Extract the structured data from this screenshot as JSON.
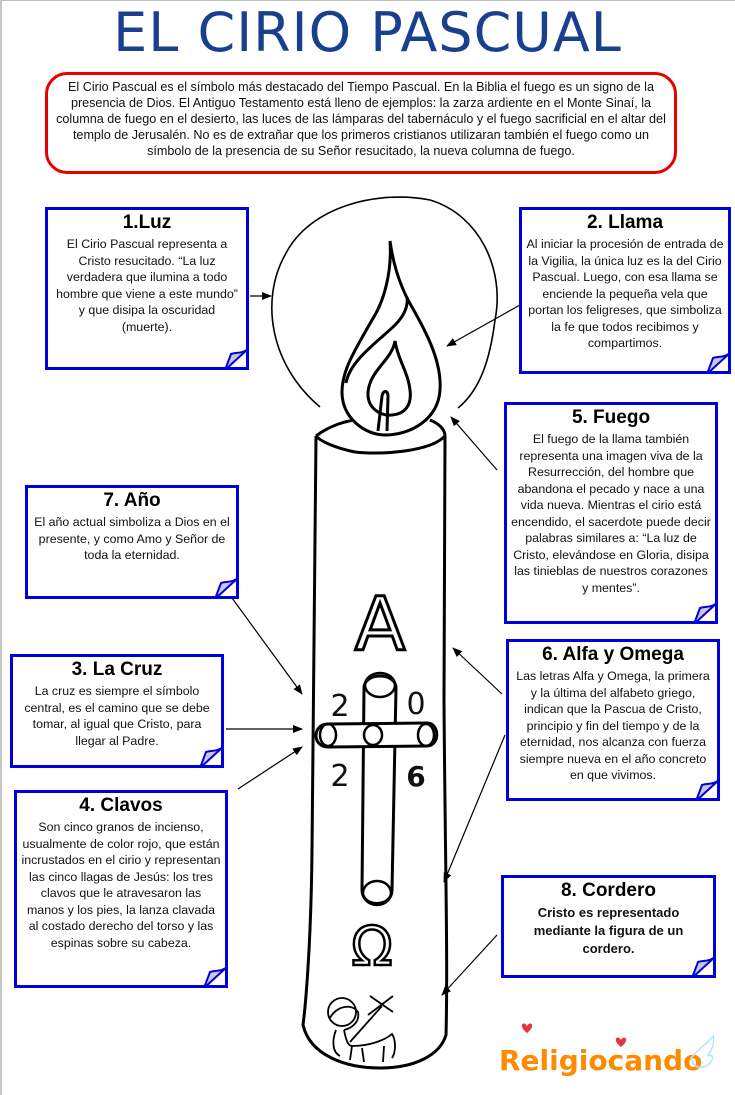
{
  "title": "EL CIRIO PASCUAL",
  "intro": "El Cirio Pascual es el símbolo más destacado del Tiempo Pascual. En la Biblia el fuego es un signo de la presencia de Dios. El Antiguo Testamento está lleno de ejemplos: la zarza ardiente en el Monte Sinaí, la columna de fuego en el desierto, las luces de las lámparas del tabernáculo y el fuego sacrificial en el altar del templo de Jerusalén. No es de extrañar que los primeros cristianos utilizaran también el fuego como un símbolo de la presencia de su Señor resucitado, la nueva columna de fuego.",
  "cards": {
    "luz": {
      "title": "1.Luz",
      "text": "El Cirio Pascual representa a Cristo resucitado. “La luz verdadera que ilumina a todo hombre que viene a este mundo” y que disipa la oscuridad (muerte)."
    },
    "llama": {
      "title": "2. Llama",
      "text": "Al iniciar la procesión de entrada de la Vigilia, la única luz es la del Cirio Pascual. Luego, con esa llama se enciende la pequeña vela que portan los feligreses, que simboliza la fe que todos recibimos y compartimos."
    },
    "cruz": {
      "title": "3. La Cruz",
      "text": "La cruz es siempre el símbolo central, es el camino que se debe tomar, al igual que Cristo, para llegar al Padre."
    },
    "clavos": {
      "title": "4. Clavos",
      "text": "Son cinco granos de incienso, usualmente de color rojo, que están incrustados en el cirio y representan las cinco llagas de Jesús: los tres clavos que le atravesaron las manos y los pies, la lanza clavada al costado derecho del torso y las espinas sobre su cabeza."
    },
    "fuego": {
      "title": "5. Fuego",
      "text": "El fuego de la llama también representa una imagen viva de la Resurrección, del hombre que abandona el pecado y nace a una vida nueva. Mientras el cirio está encendido, el sacerdote puede decir palabras similares a: “La luz de Cristo, elevándose en Gloria, disipa las tinieblas de nuestros corazones y mentes”."
    },
    "alfa": {
      "title": "6. Alfa y Omega",
      "text": "Las letras Alfa y Omega, la primera y la última del alfabeto griego, indican que la Pascua de Cristo, principio y fin del tiempo y de la eternidad, nos alcanza con fuerza siempre nueva en el año concreto en que vivimos."
    },
    "anio": {
      "title": "7. Año",
      "text": "El año actual simboliza a Dios en el presente, y como Amo y Señor de toda la eternidad."
    },
    "cordero": {
      "title": "8. Cordero",
      "text": "Cristo es representado mediante la figura de un cordero."
    }
  },
  "candle": {
    "alpha": "A",
    "omega": "Ω",
    "year_digits": [
      "2",
      "0",
      "2",
      "6"
    ]
  },
  "logo": "Religiocando",
  "colors": {
    "title": "#1b3f8f",
    "intro_border": "#e60000",
    "card_border": "#0000dd",
    "curl_fill": "#c8c8d8",
    "logo": "#ff8a00",
    "heart": "#e8343c",
    "wing": "#aee8f8"
  }
}
